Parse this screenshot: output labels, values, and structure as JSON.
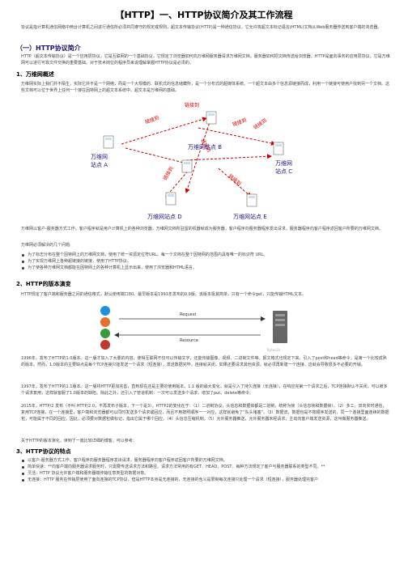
{
  "title": "【HTTP】一、HTTP协议简介及其工作流程",
  "intro": "协议是指计算机通信网络中两台计算机之间进行通信所必须共同遵守的规定或规则，超文本传输协议(HTTP)是一种通信协议，它允许将超文本标记语言(HTML)文档从Web服务器传送到客户端的浏览器。",
  "sec1": "（一）HTTP协议简介",
  "sec1_p": "HTTP（超文本传输协议）是一个应用层协议，它是互联网的一个基础协议，它规定了浏览器如何向万维网服务器请求万维网文档，服务器如何把文档传送给浏览器。HTTP是面向事务的应用层协议，它是万维网可以进行可靠文件交换的重要基础。对于技术岗位的程序员来说理解掌握HTTP协议是必须的。",
  "sub1": "1、万维网概述",
  "sub1_p": "万维网实际上我们并不陌生，实际它并不是一个网络，而是一个大规模的、联机式的信息储藏所，是一个分布式的超媒体系统。一个超文本由多个信息源链接而成，利用一个链接可使用户找到另一个文档。这些文档可以位于世界上任何一个接在因特网上的超文本系统中。超文本是万维网的基础。",
  "diagram": {
    "link": "链接到",
    "site_a": "万维网\n站点 A",
    "site_b": "万维网站点 B",
    "site_c": "万维网\n站点 C",
    "site_d": "万维网站点 D",
    "site_e": "万维网站点 E"
  },
  "p_cs": "万维网以客户-服务器方式工作。客户程序就是用户计算机上的各种浏览器，万维网文档所驻留的机器就成为服务器，客户程序向服务器程序发出请求，服务器程序向客户程序返回客户所要的万维网文档。",
  "p_must": "万维网必须解决的几个问题:",
  "bullets1": [
    "为了标志分布在整个因特网上的万维网文档，使用了统一资源定位符URL。每一个文档在整个因特网的范围内具有唯一的标识符 URL。",
    "为了实现万维网上各种超链接的链接，使用了HTTP协议。",
    "为了使各种万维网文档都能在因特网上的各种计算机上显示出来，使用了浏览器和HTML语言。"
  ],
  "sub2": "2、HTTP的版本演变",
  "sub2_p": "HTTP规定了客户端和服务器之间的通信格式，默认使用端口80。最早版本是1991年发布的0.9版。该版本极其简单，只有一个命令get，只能传输HTML文本。",
  "diagram2": {
    "request": "Request",
    "response": "Resource",
    "mark": "Bytes2x"
  },
  "p_1996": "1996年，发布了HTTP的1.0版本。这一版才加入了大量的内容，使得互联网不仅可以传输文字，还能传输图像、视频、二进制文件等。报文格式也规定下来。引入了post和head等命令，是第一个比较成熟的版本。然而，1.0版本的主要缺点是每个TCP连接只能发送一个请求（短连接），发送数据完毕，连接就关闭，如果还要请求其他资源，就必须再新建一个连接。这就会导致很多不必要的开销。",
  "p_1997": "1997年，发布了HTTP的1.1版本。这一版将HTTP更加完善，直到现在还是主要的使用版本。1.1 版的最大变化，就是引入了持久连接（长连接），在响应完第一个请求之后，TCP连接默认不关闭，可以被多个请求复用，这样就客服了1.0版本的缺陷。除此之外，还引入了管道机制：一次可以发送多个请求，增加了put、delete等命令。",
  "p_2015": "2015年，HTTP/2 发布（不叫 HTTP/2.0，不再发布子版本，下一个是3）。HTTP2的变化在于：（1）二进制协议，头信息和数据体都是二进制，统称为帧（头信息帧和数据帧）。（2）多工，双向实时通信，复用TCP连接，在一个连接里，客户端和浏览器都可以同时发送多个请求或回应，而且不用按照顺序一一对应，这样就避免了\"队头堵塞\"。（3）数据流，数据包是不按顺序发送的，同一个连接里面连续的数据包，可能属于不同的回应。因此，必须要对数据包做标记，指出它属于哪个回应。（4）头信息压缩机制。（5）允许服务器推送，允许服务器未经请求，主动向客户端发送资源，这叫做服务器推送。",
  "p_summary": "关于HTTP的版本演化，读到了一篇比较详细的博客，可以参考：",
  "sub3": "3、HTTP协议的特点",
  "bullets2": [
    "以客户-服务器方式工作。客户程序向服务器程序发出请求，服务器程序向客户程序返回客户所要的万维网文档。",
    "简单快速：**向客户端向服务器请求服务时，只需要传送请求方法和路径。请求方法常用的有GET、HEAD、POST。每种方法规定了客户与服务器联系的类型不同。**",
    "灵活：HTTP 协议允许客户端和服务器端传输任意类型的数据对象。",
    "无连接：HTTP 服务在传输层使用了面向连接的TCP协议，但是HTTP本身是无连接的，无连接的含义是限制每次连接只处理一个请求（短连接），服务器处理完客户"
  ]
}
